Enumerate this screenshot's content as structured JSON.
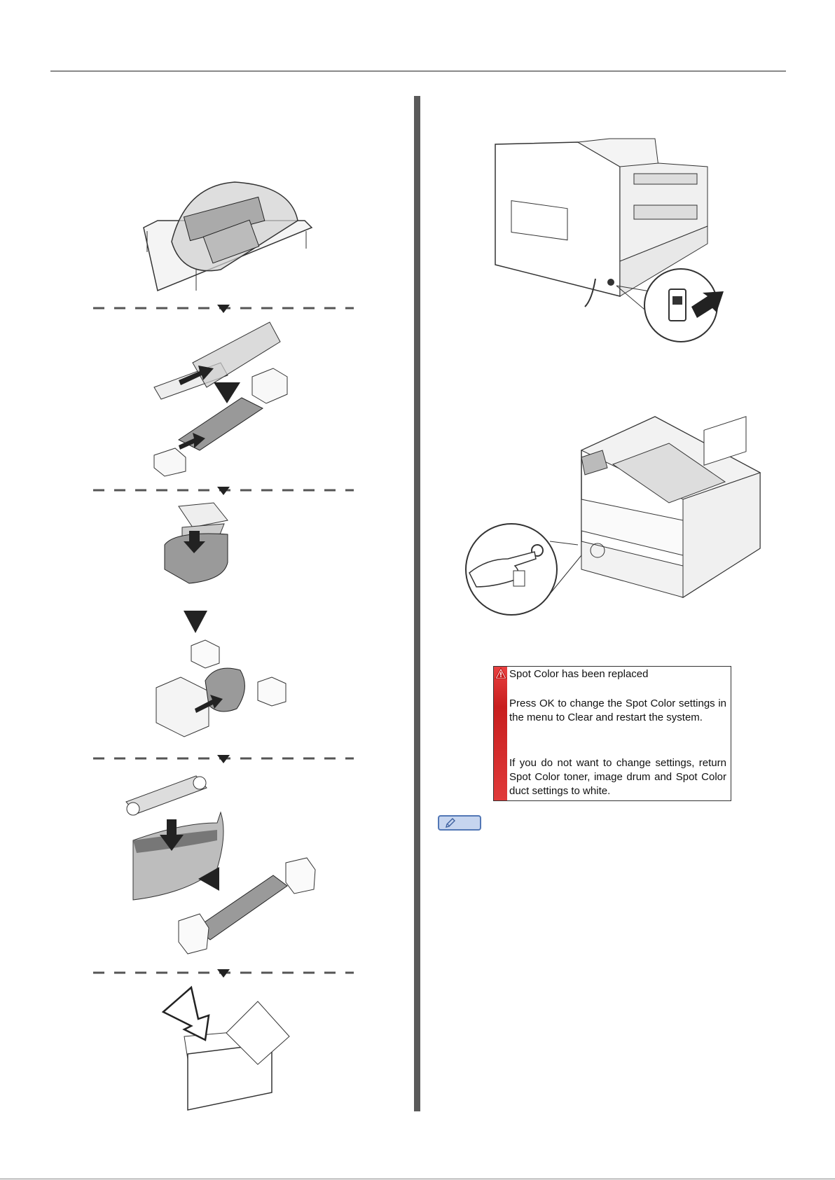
{
  "dialog": {
    "title": "Spot Color has been replaced",
    "paragraph1": "Press OK to change the Spot Color settings in the menu to Clear and restart the system.",
    "paragraph2": "If you do not want to change settings, return Spot Color toner, image drum and Spot Color duct settings to white.",
    "icon": "warning-triangle-icon",
    "accent_color": "#d62b2b"
  },
  "memo": {
    "icon": "pencil-memo-icon",
    "color": "#5277b5"
  }
}
